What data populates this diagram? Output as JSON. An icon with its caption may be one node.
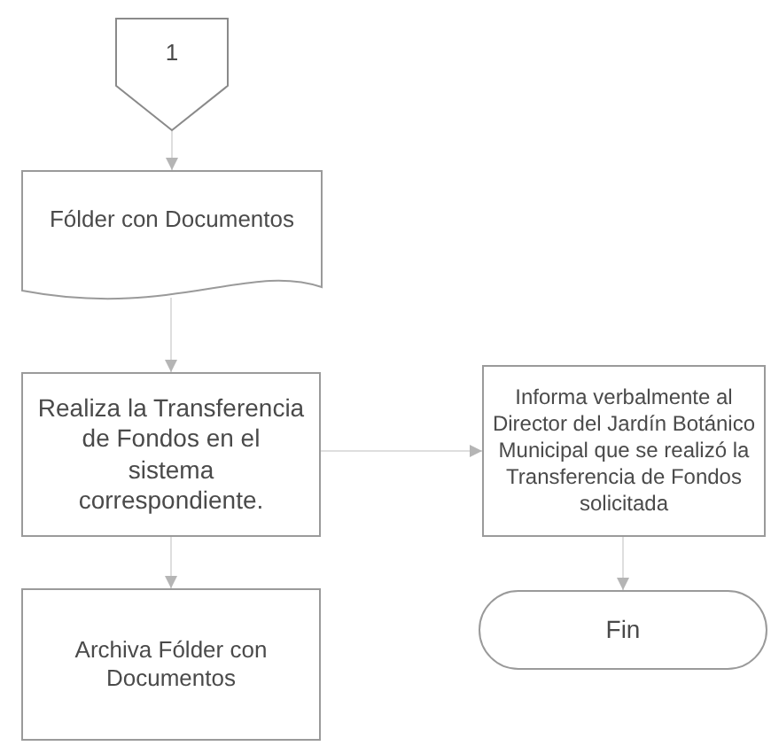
{
  "diagram": {
    "nodes": [
      {
        "text": [
          "1"
        ]
      },
      {
        "text": [
          "Fólder con Documentos"
        ]
      },
      {
        "text": [
          "Realiza la Transferencia de Fondos en el sistema correspondiente."
        ]
      },
      {
        "text": [
          "Archiva Fólder con Documentos"
        ]
      },
      {
        "text": [
          "Informa verbalmente al Director del Jardín Botánico Municipal que se realizó la Transferencia de Fondos solicitada"
        ]
      },
      {
        "text": [
          "Fin"
        ]
      }
    ],
    "edges": [
      {
        "from": 0,
        "to": 1,
        "arrow": "to"
      },
      {
        "from": 1,
        "to": 2,
        "arrow": "to"
      },
      {
        "from": 2,
        "to": 3,
        "arrow": "to"
      },
      {
        "from": 2,
        "to": 4,
        "arrow": "to"
      },
      {
        "from": 4,
        "to": 5,
        "arrow": "to"
      }
    ]
  }
}
